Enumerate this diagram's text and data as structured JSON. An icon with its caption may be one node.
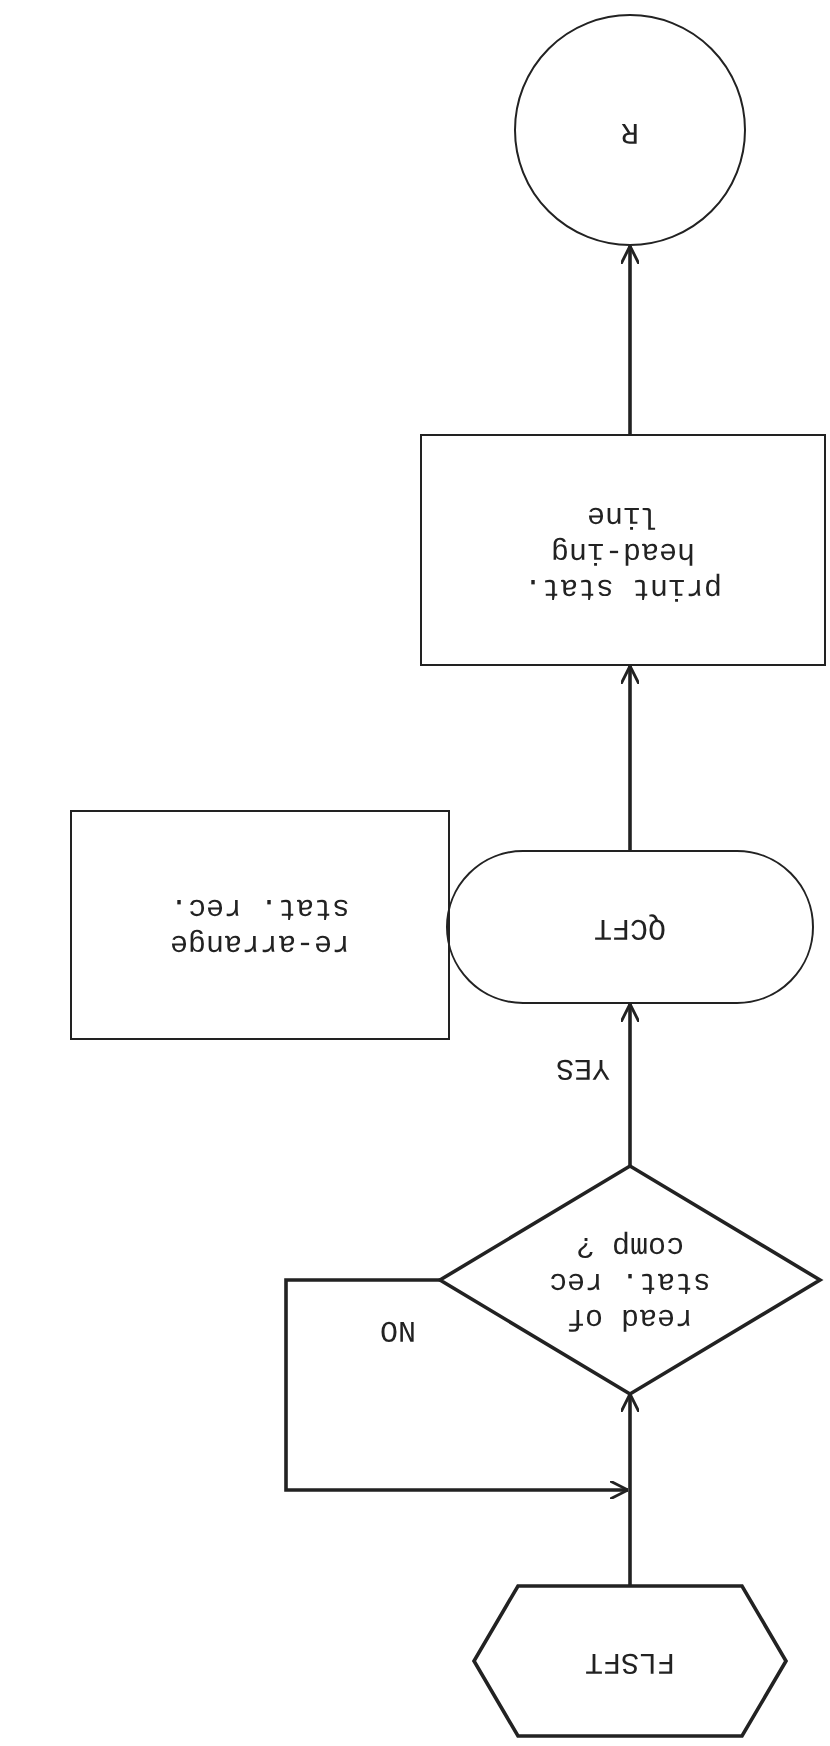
{
  "diagram": {
    "nodes": [
      {
        "text": [
          "FLSFT"
        ]
      },
      {
        "text": [
          "read of stat. rec comp ?"
        ]
      },
      {
        "text": [
          "QCFT"
        ]
      },
      {
        "text": [
          "re-arrange stat. rec."
        ]
      },
      {
        "text": [
          "print stat. head-ing line"
        ]
      },
      {
        "text": [
          "R"
        ]
      }
    ],
    "edges": [
      {
        "from": 0,
        "to": 1,
        "arrow": "to"
      },
      {
        "from": 1,
        "to": 1,
        "arrow": "to",
        "label": "NO"
      },
      {
        "from": 1,
        "to": 2,
        "arrow": "to",
        "label": "YES"
      },
      {
        "from": 2,
        "to": 4,
        "arrow": "to"
      },
      {
        "from": 4,
        "to": 5,
        "arrow": "to"
      }
    ]
  }
}
